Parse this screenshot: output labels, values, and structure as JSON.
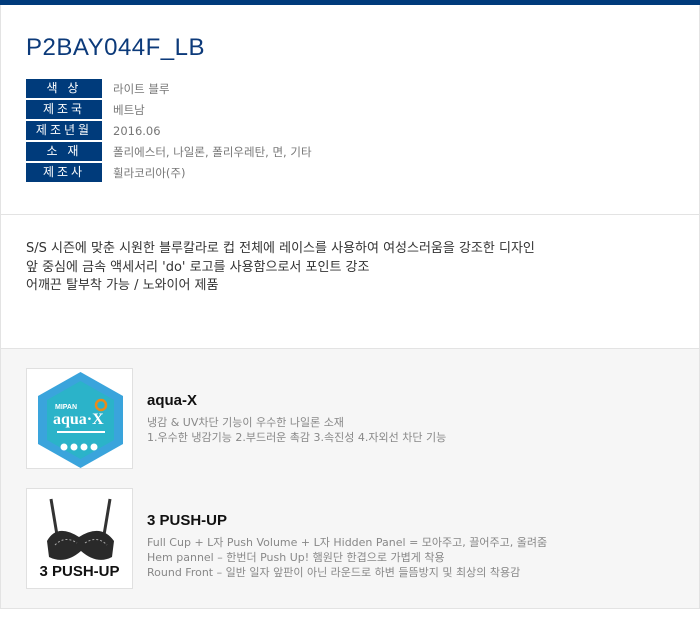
{
  "product": {
    "code": "P2BAY044F_LB"
  },
  "specs": [
    {
      "label": "색  상",
      "value": "라이트 블루"
    },
    {
      "label": "제조국",
      "value": "베트남"
    },
    {
      "label": "제조년월",
      "value": "2016.06"
    },
    {
      "label": "소  재",
      "value": "폴리에스터, 나일론, 폴리우레탄, 면, 기타"
    },
    {
      "label": "제조사",
      "value": "휠라코리아(주)"
    }
  ],
  "description": [
    "S/S 시즌에 맞춘 시원한 블루칼라로 컵 전체에 레이스를 사용하여 여성스러움을 강조한 디자인",
    "앞 중심에 금속 액세서리 'do' 로고를 사용함으로서 포인트 강조",
    "어깨끈 탈부착 가능 / 노와이어 제품"
  ],
  "features": [
    {
      "name": "aqua-X",
      "badge_brand": "MIPAN",
      "badge_text": "aqua-X",
      "lines": [
        "냉감 & UV차단 기능이 우수한 나일론 소재",
        "1.우수한 냉감기능  2.부드러운 촉감  3.속진성  4.자외선 차단 기능"
      ]
    },
    {
      "name": "3 PUSH-UP",
      "badge_text": "3 PUSH-UP",
      "lines": [
        "Full Cup + L자 Push Volume +  L자 Hidden Panel = 모아주고, 끌어주고, 올려줌",
        "Hem pannel – 한번더 Push Up! 햄원단 한겹으로 가볍게 착용",
        "Round Front – 일반 일자 앞판이 아닌 라운드로 하변 들뜸방지 및 최상의 착용감"
      ]
    }
  ],
  "colors": {
    "navy": "#003b7b"
  }
}
